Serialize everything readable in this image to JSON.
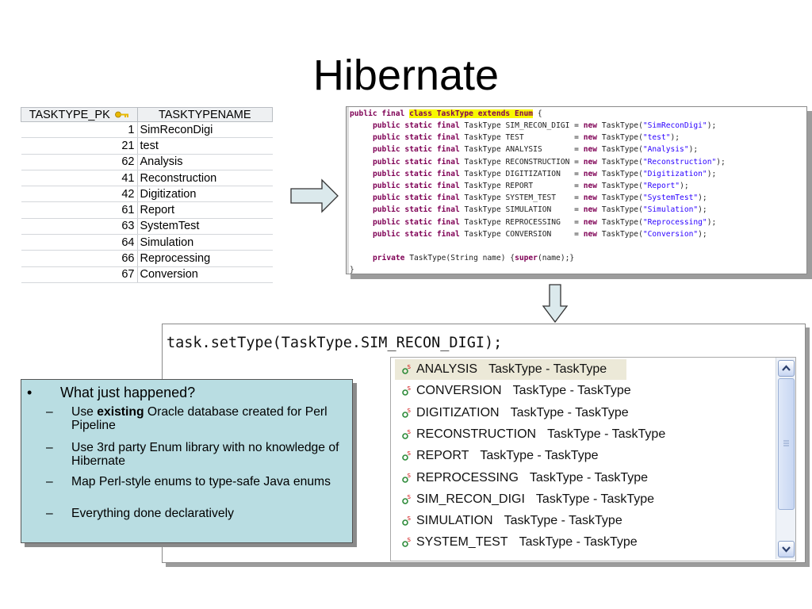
{
  "title": "Hibernate",
  "db_table": {
    "headers": [
      "TASKTYPE_PK",
      "TASKTYPENAME"
    ],
    "rows": [
      {
        "pk": "1",
        "name": "SimReconDigi"
      },
      {
        "pk": "21",
        "name": "test"
      },
      {
        "pk": "62",
        "name": "Analysis"
      },
      {
        "pk": "41",
        "name": "Reconstruction"
      },
      {
        "pk": "42",
        "name": "Digitization"
      },
      {
        "pk": "61",
        "name": "Report"
      },
      {
        "pk": "63",
        "name": "SystemTest"
      },
      {
        "pk": "64",
        "name": "Simulation"
      },
      {
        "pk": "66",
        "name": "Reprocessing"
      },
      {
        "pk": "67",
        "name": "Conversion"
      }
    ]
  },
  "code": {
    "class_decl": {
      "kw": "public final",
      "hl": "class TaskType extends Enum",
      "tail": " {"
    },
    "constants": [
      {
        "name": "SIM_RECON_DIGI",
        "value": "\"SimReconDigi\""
      },
      {
        "name": "TEST",
        "value": "\"test\""
      },
      {
        "name": "ANALYSIS",
        "value": "\"Analysis\""
      },
      {
        "name": "RECONSTRUCTION",
        "value": "\"Reconstruction\""
      },
      {
        "name": "DIGITIZATION",
        "value": "\"Digitization\""
      },
      {
        "name": "REPORT",
        "value": "\"Report\""
      },
      {
        "name": "SYSTEM_TEST",
        "value": "\"SystemTest\""
      },
      {
        "name": "SIMULATION",
        "value": "\"Simulation\""
      },
      {
        "name": "REPROCESSING",
        "value": "\"Reprocessing\""
      },
      {
        "name": "CONVERSION",
        "value": "\"Conversion\""
      }
    ],
    "decl_prefix": "public static final",
    "type_name": "TaskType",
    "new_kw": "new",
    "ctor": {
      "kw": "private",
      "text": " TaskType(String name) {",
      "super_kw": "super",
      "tail": "(name);}"
    },
    "closing": "}"
  },
  "autocomplete": {
    "input_text": "task.setType(TaskType.SIM_RECON_DIGI);",
    "type_label": "TaskType - TaskType",
    "items": [
      "ANALYSIS",
      "CONVERSION",
      "DIGITIZATION",
      "RECONSTRUCTION",
      "REPORT",
      "REPROCESSING",
      "SIM_RECON_DIGI",
      "SIMULATION",
      "SYSTEM_TEST"
    ],
    "selected_index": 0
  },
  "bullets": {
    "main": "What just happened?",
    "bullet_char": "•",
    "dash_char": "–",
    "subs": [
      {
        "prefix": "Use ",
        "bold": "existing",
        "suffix": " Oracle database created for Perl Pipeline"
      },
      {
        "prefix": "Use 3rd party Enum library with no knowledge of Hibernate",
        "bold": "",
        "suffix": ""
      },
      {
        "prefix": "Map Perl-style enums to type-safe Java enums",
        "bold": "",
        "suffix": ""
      },
      {
        "prefix": "Everything done declaratively",
        "bold": "",
        "suffix": ""
      }
    ]
  },
  "colors": {
    "bullet_box_bg": "#b9dde2",
    "keyword": "#7f0055",
    "string": "#2a00ff",
    "highlight": "#f8f800",
    "key_icon": "#e8b800"
  }
}
